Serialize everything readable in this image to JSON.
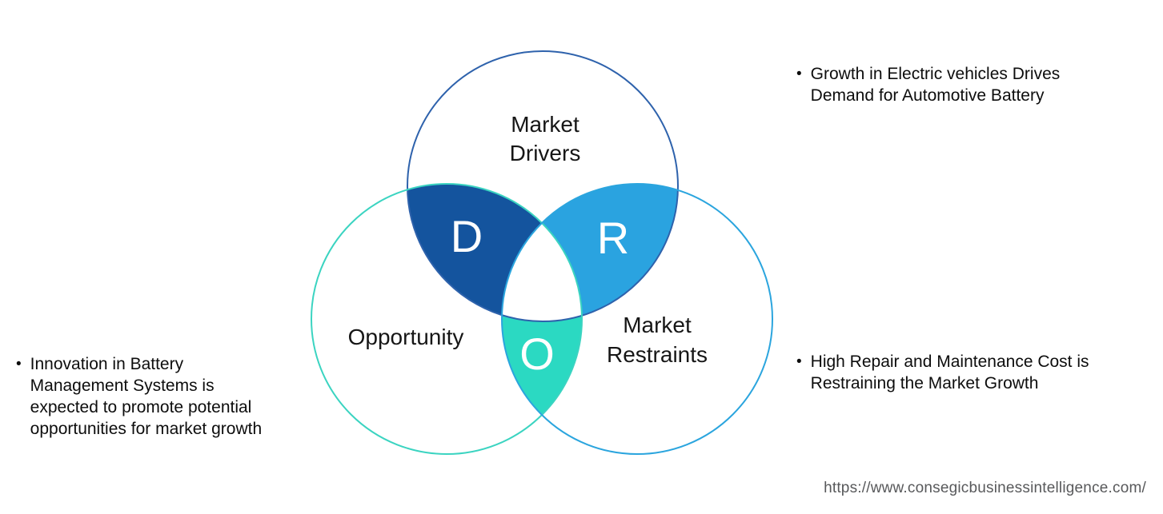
{
  "diagram": {
    "drivers": {
      "label_lines": [
        "Market",
        "Drivers"
      ],
      "letter": "D",
      "fill": "#14549E",
      "stroke": "#2E62AC"
    },
    "opportunity": {
      "label": "Opportunity",
      "letter": "O",
      "fill": "#2BD9C2",
      "stroke": "#3BD4C1"
    },
    "restraints": {
      "label_lines": [
        "Market",
        "Restraints"
      ],
      "letter": "R",
      "fill": "#2AA3E0",
      "stroke": "#2BA5DE"
    },
    "center_fill": "#FFFFFF"
  },
  "bullets": {
    "glyph": "•",
    "drivers": {
      "lines": [
        "Growth in Electric vehicles Drives",
        "Demand for Automotive Battery"
      ]
    },
    "opportunity": {
      "lines": [
        "Innovation in Battery",
        "Management Systems is",
        "expected to promote potential",
        "opportunities for market growth"
      ]
    },
    "restraints": {
      "lines": [
        "High Repair and Maintenance Cost is",
        "Restraining the Market Growth"
      ]
    }
  },
  "footer": {
    "url": "https://www.consegicbusinessintelligence.com/"
  }
}
